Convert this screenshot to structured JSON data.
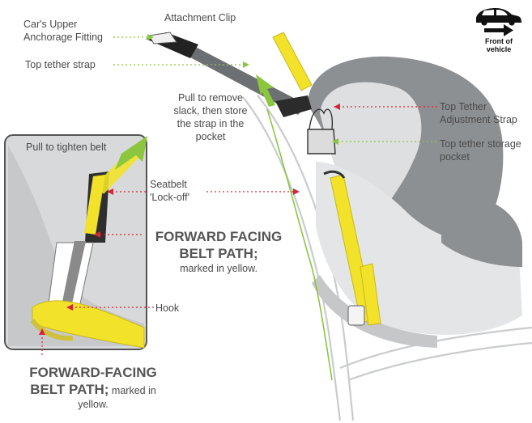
{
  "labels": {
    "upper_anchorage_line1": "Car's Upper",
    "upper_anchorage_line2": "Anchorage Fitting",
    "attachment_clip": "Attachment Clip",
    "top_tether_strap": "Top tether strap",
    "pull_remove_line1": "Pull to remove",
    "pull_remove_line2": "slack, then store",
    "pull_remove_line3": "the strap in the",
    "pull_remove_line4": "pocket",
    "adjustment_line1": "Top Tether",
    "adjustment_line2": "Adjustment Strap",
    "storage_line1": "Top tether storage",
    "storage_line2": "pocket",
    "pull_tighten": "Pull to tighten belt",
    "lockoff_line1": "Seatbelt",
    "lockoff_line2": "'Lock-off'",
    "ff_path_line1": "FORWARD FACING",
    "ff_path_line2": "BELT PATH;",
    "ff_path_note": "marked in yellow.",
    "hook": "Hook",
    "bottom_line1": "FORWARD-FACING",
    "bottom_line2_bold": "BELT PATH;",
    "bottom_line2_note": " marked in",
    "bottom_line3": "yellow.",
    "front_line1": "Front of",
    "front_line2": "vehicle"
  },
  "icons": [
    "car-icon",
    "arrow-right-icon"
  ],
  "colors": {
    "belt_yellow": "#f2e22a",
    "seat_dark": "#8a8d90",
    "seat_light": "#dfe0e1",
    "leader_red": "#d8243a",
    "leader_green": "#8cc63f",
    "text_gray": "#4a4a4a"
  }
}
